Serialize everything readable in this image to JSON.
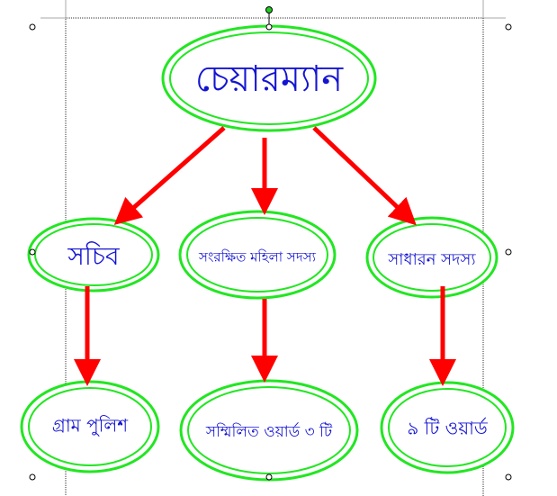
{
  "nodes": {
    "chairman": "চেয়ারম্যান",
    "secretary": "সচিব",
    "reserved_women_member": "সংরক্ষিত মহিলা সদস্য",
    "general_member": "সাধারন সদস্য",
    "village_police": "গ্রাম পুলিশ",
    "combined_wards": "সম্মিলিত ওয়ার্ড ৩ টি",
    "nine_wards": "৯ টি ওয়ার্ড"
  },
  "colors": {
    "ellipse": "#22e622",
    "arrow": "#ff0000",
    "text": "#1414d2"
  }
}
